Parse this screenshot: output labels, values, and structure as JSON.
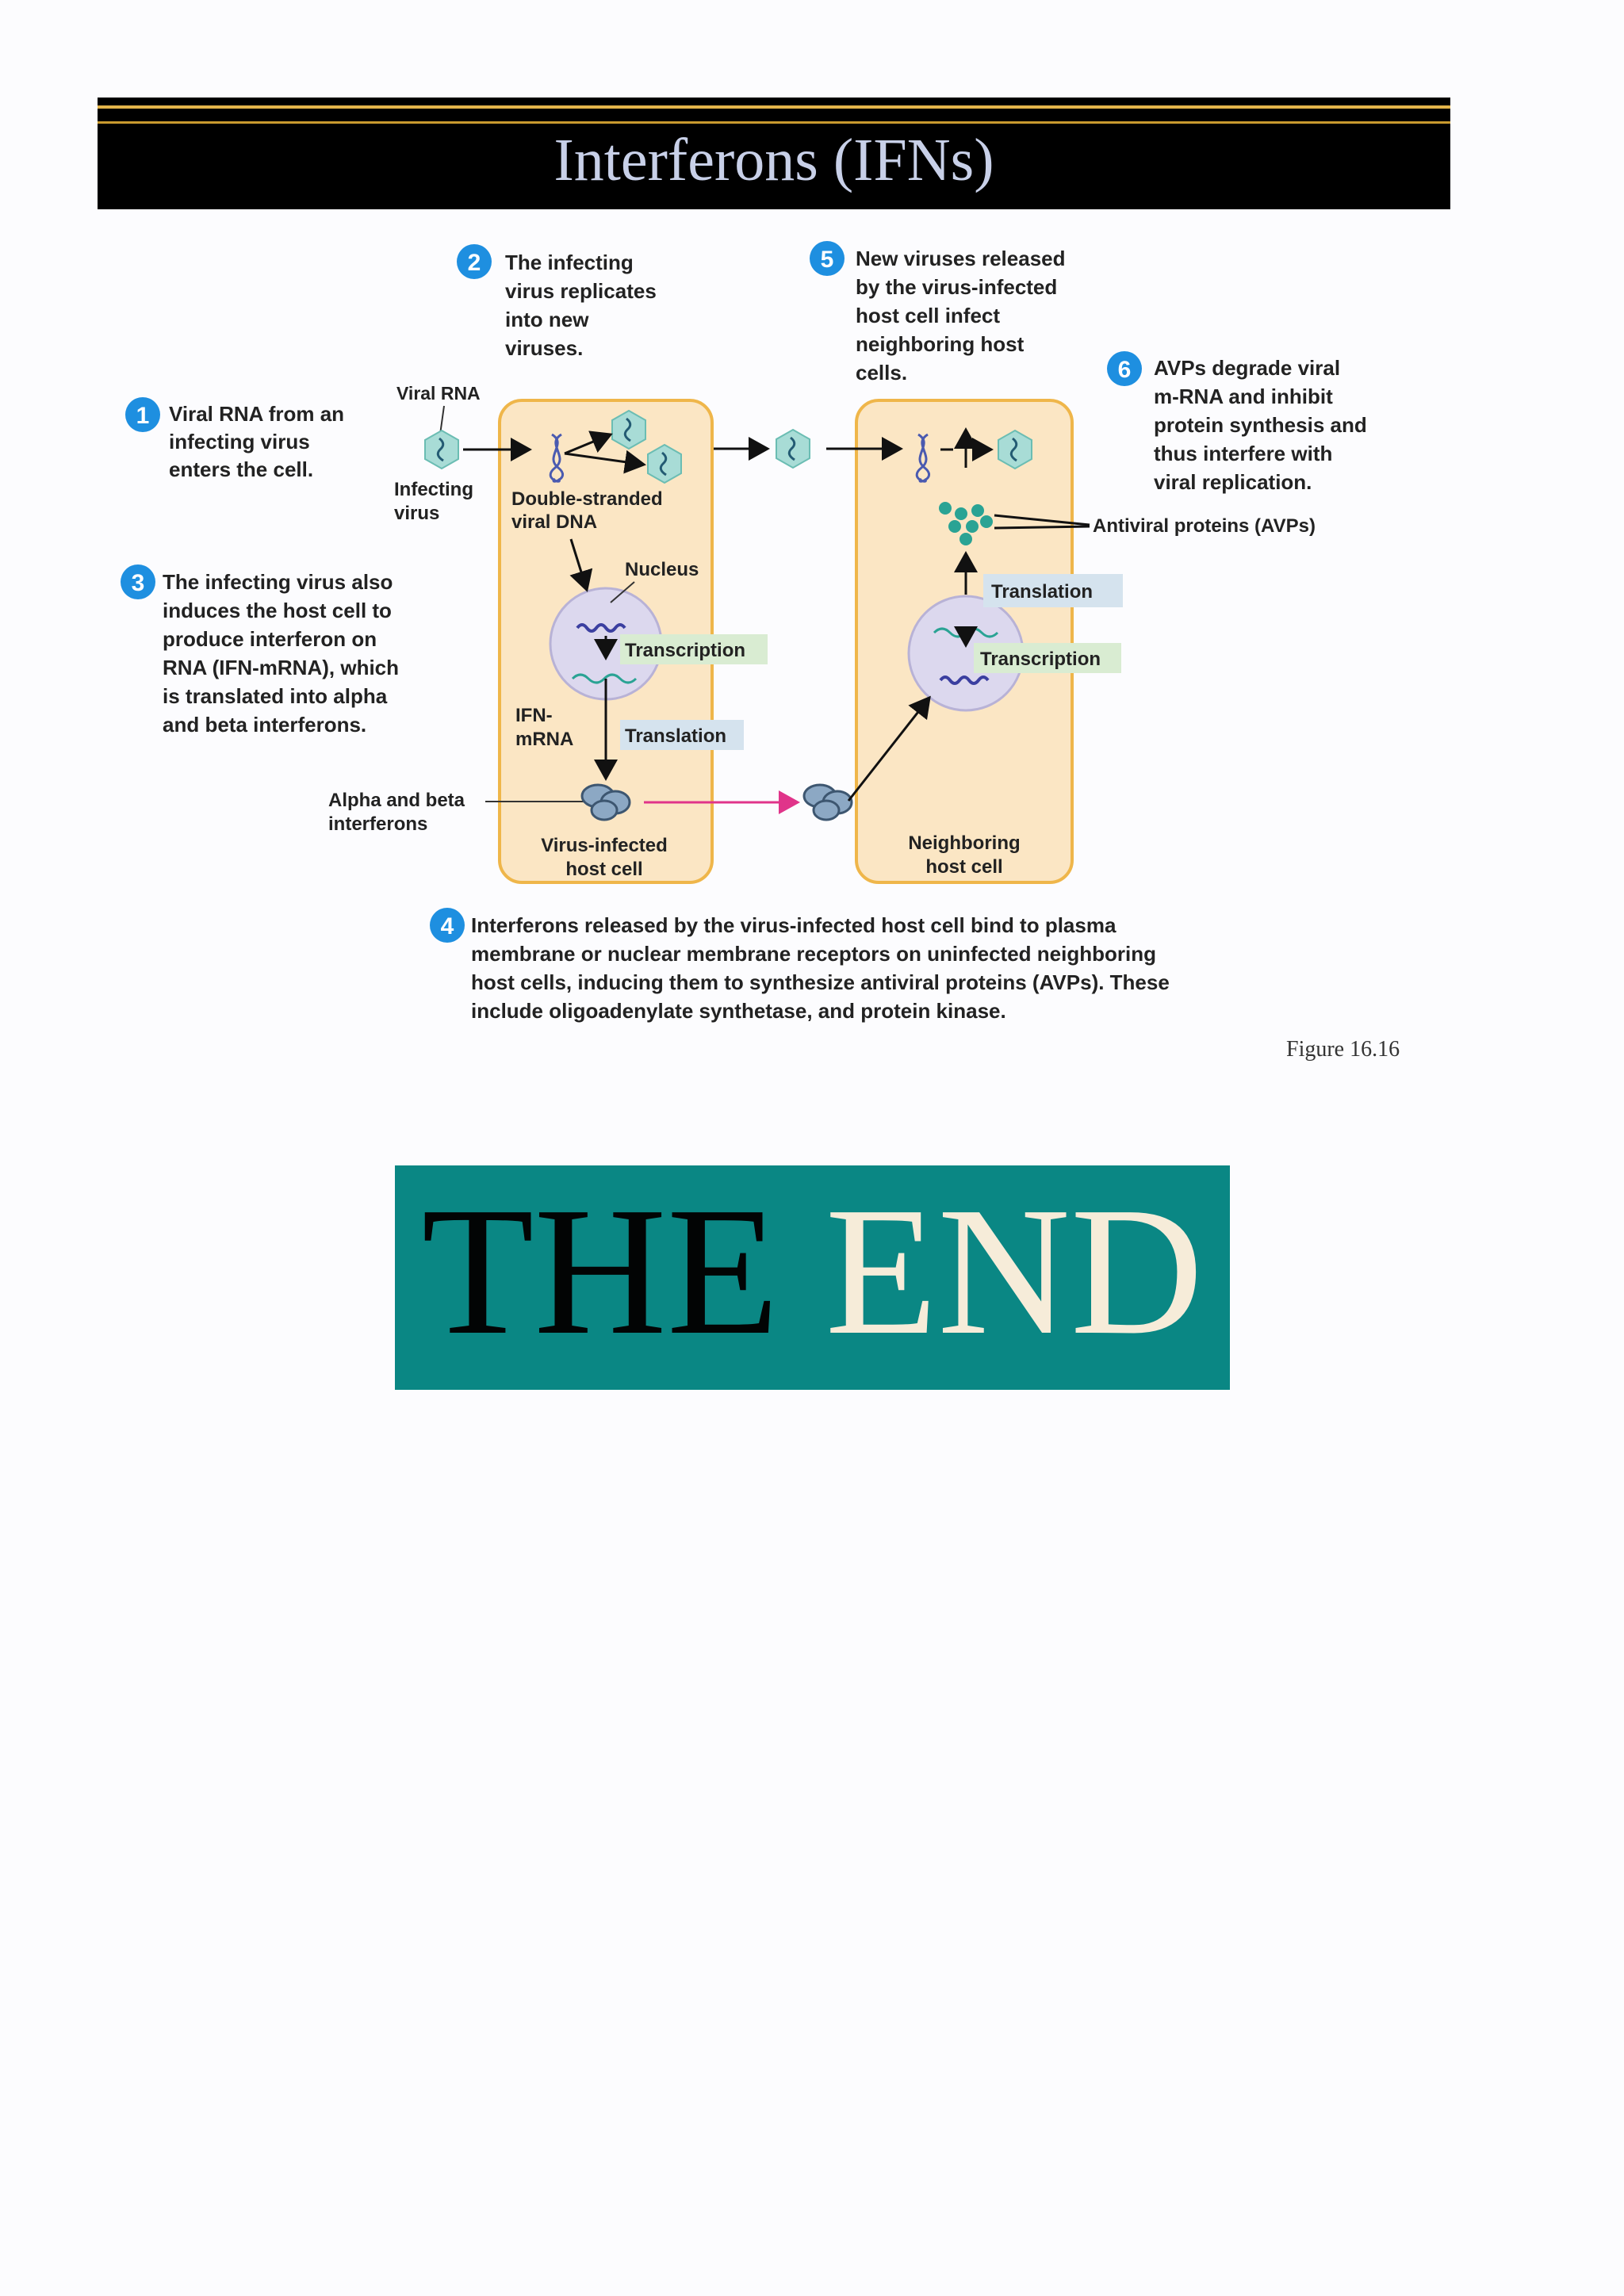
{
  "title": "Interferons (IFNs)",
  "steps": [
    {
      "num": "1",
      "lines": [
        "Viral RNA from an",
        "infecting virus",
        "enters the cell."
      ]
    },
    {
      "num": "2",
      "lines": [
        "The infecting",
        "virus replicates",
        "into new",
        "viruses."
      ]
    },
    {
      "num": "3",
      "lines": [
        "The infecting virus also",
        "induces the host cell to",
        "produce interferon on",
        "RNA (IFN-mRNA), which",
        "is translated into alpha",
        "and beta interferons."
      ]
    },
    {
      "num": "4",
      "lines": [
        "Interferons released by the virus-infected host cell bind to plasma",
        "membrane or nuclear membrane receptors on uninfected neighboring",
        "host cells, inducing them to synthesize antiviral proteins (AVPs). These",
        "include oligoadenylate synthetase, and protein kinase."
      ]
    },
    {
      "num": "5",
      "lines": [
        "New viruses released",
        "by the virus-infected",
        "host cell infect",
        "neighboring host",
        "cells."
      ]
    },
    {
      "num": "6",
      "lines": [
        "AVPs degrade viral",
        "m-RNA and inhibit",
        "protein synthesis and",
        "thus interfere with",
        "viral replication."
      ]
    }
  ],
  "labels": {
    "viral_rna": "Viral RNA",
    "infecting_virus": [
      "Infecting",
      "virus"
    ],
    "double_stranded": [
      "Double-stranded",
      "viral DNA"
    ],
    "nucleus": "Nucleus",
    "transcription": "Transcription",
    "translation": "Translation",
    "ifn_mrna": [
      "IFN-",
      "mRNA"
    ],
    "alpha_beta": [
      "Alpha and beta",
      "interferons"
    ],
    "infected_cell": [
      "Virus-infected",
      "host cell"
    ],
    "neighbor_cell": [
      "Neighboring",
      "host cell"
    ],
    "avps": "Antiviral proteins (AVPs)"
  },
  "figure_ref": "Figure 16.16",
  "end_word1": "THE",
  "end_word2": "END",
  "colors": {
    "step_badge": "#1e8fe0",
    "cell_fill": "#fbe6c4",
    "cell_border": "#efb64a",
    "nucleus_fill": "#dcd8ee",
    "transcription_bg": "#d9ecd2",
    "translation_bg": "#d5e3ee",
    "virus_fill": "#a8dcd6",
    "interferon_arrow": "#e0348a",
    "avp_dot": "#2aa394",
    "end_bg": "#0a8784"
  }
}
